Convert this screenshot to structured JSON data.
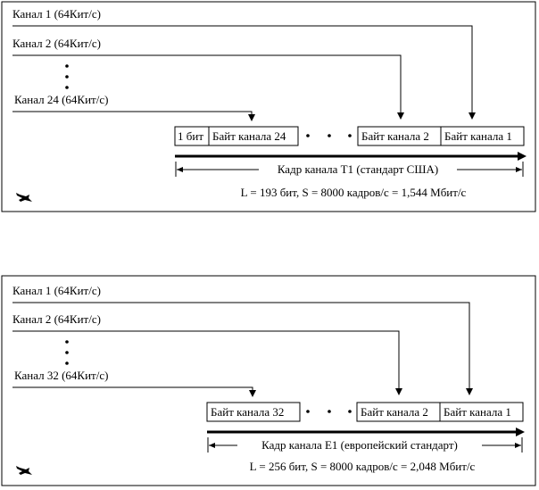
{
  "diagrams": [
    {
      "id": "t1",
      "channel_labels": [
        "Канал 1 (64Кит/с)",
        "Канал 2 (64Кит/с)",
        "Канал 24 (64Кит/с)"
      ],
      "frame_cells": [
        "1 бит",
        "Байт канала 24",
        "Байт канала 2",
        "Байт канала 1"
      ],
      "frame_caption": "Кадр канала Т1 (стандарт США)",
      "formula": "L = 193 бит, S = 8000 кадров/с = 1,544 Мбит/с"
    },
    {
      "id": "e1",
      "channel_labels": [
        "Канал 1 (64Кит/с)",
        "Канал 2 (64Кит/с)",
        "Канал 32 (64Кит/с)"
      ],
      "frame_cells": [
        "Байт канала 32",
        "Байт канала 2",
        "Байт канала 1"
      ],
      "frame_caption": "Кадр канала Е1 (европейский стандарт)",
      "formula": "L = 256 бит, S = 8000 кадров/с = 2,048 Мбит/с"
    }
  ],
  "colors": {
    "stroke": "#000000",
    "background": "#ffffff"
  },
  "icons": [
    "plane-icon"
  ]
}
